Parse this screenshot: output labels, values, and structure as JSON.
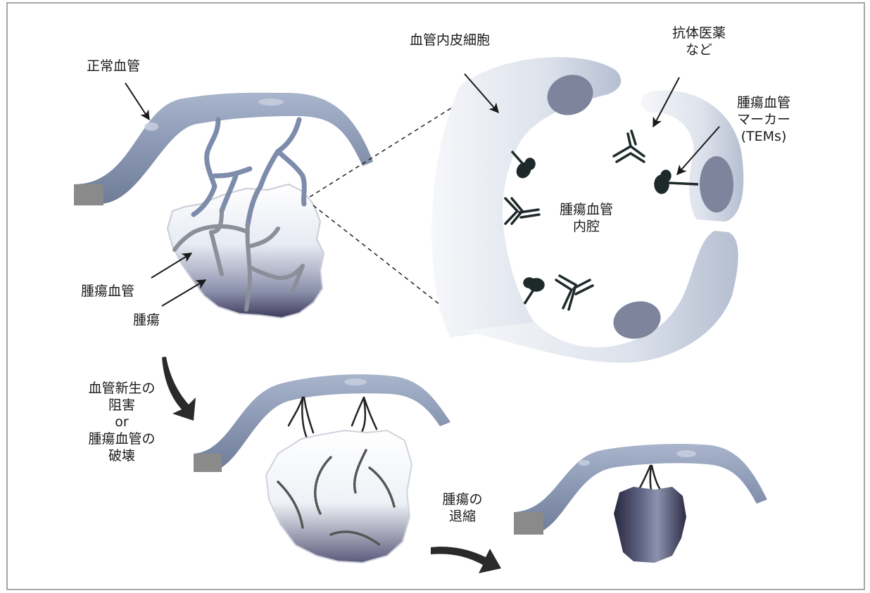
{
  "labels": {
    "normal_vessel": "正常血管",
    "endothelial_cell": "血管内皮細胞",
    "antibody_drug": "抗体医薬\nなど",
    "tumor_vessel_marker": "腫瘍血管\nマーカー\n(TEMs)",
    "tumor_vessel_lumen": "腫瘍血管\n内腔",
    "tumor_vessel": "腫瘍血管",
    "tumor": "腫瘍",
    "inhibition": "血管新生の\n阻害\nor\n腫瘍血管の\n破壊",
    "regression": "腫瘍の\n退縮"
  },
  "colors": {
    "vessel": "#8e9bb6",
    "vessel_dark": "#6e7b98",
    "endothelium_light": "#e4e8f0",
    "nucleus": "#7d849b",
    "tumor_dark": "#3c3a58",
    "marker": "#1e2a2a"
  }
}
